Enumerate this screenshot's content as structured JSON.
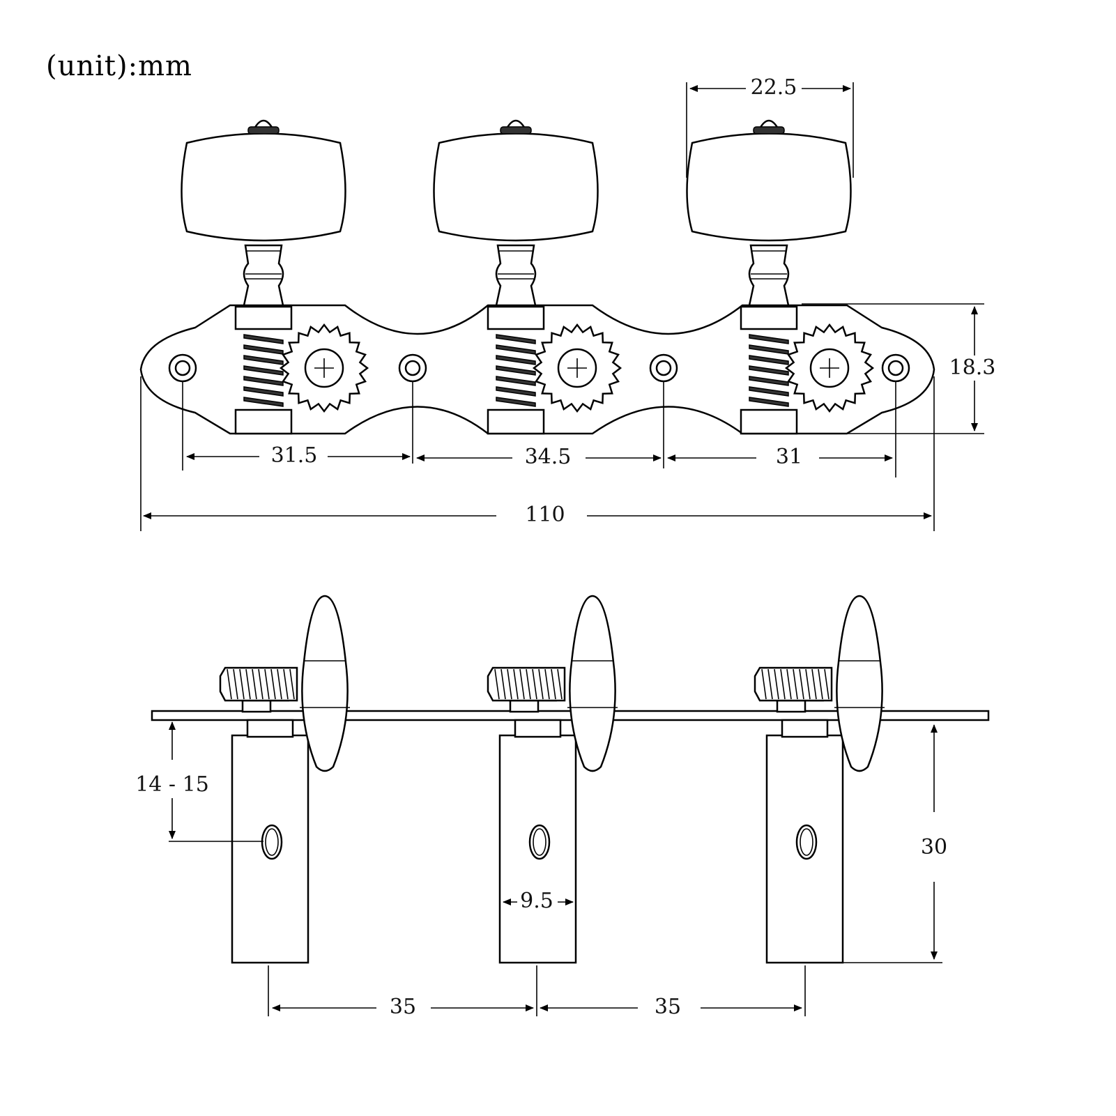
{
  "unit_label": "(unit):mm",
  "dimensions": {
    "knob_width": "22.5",
    "plate_height": "18.3",
    "hole_spacing_1": "31.5",
    "hole_spacing_2": "34.5",
    "hole_spacing_3": "31",
    "overall_length": "110",
    "post_hole_height": "14 - 15",
    "post_width": "9.5",
    "post_length": "30",
    "post_spacing_1": "35",
    "post_spacing_2": "35"
  },
  "icons": {
    "knob": "tuner-button-icon",
    "gear": "gear-icon",
    "worm": "worm-screw-icon"
  }
}
